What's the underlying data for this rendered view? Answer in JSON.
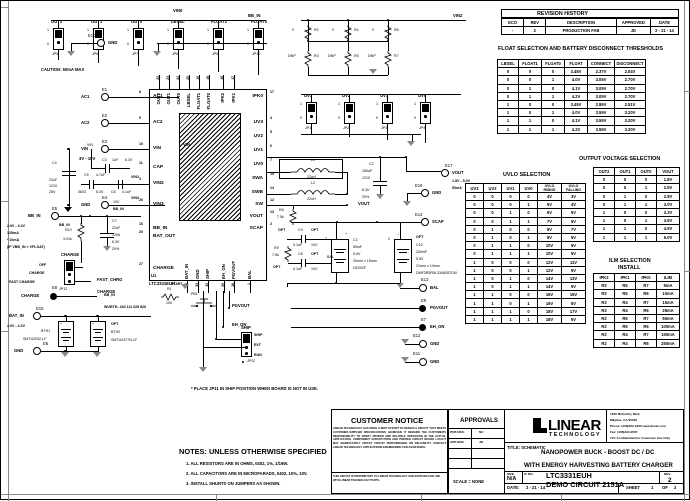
{
  "sheet": {
    "border_ticks": [
      "1",
      "2",
      "3",
      "4"
    ]
  },
  "revision_history": {
    "title": "REVISION HISTORY",
    "headers": [
      "ECO",
      "REV",
      "DESCRIPTION",
      "APPROVED",
      "DATE"
    ],
    "rows": [
      [
        "-",
        "2",
        "PRODUCTION FAB",
        "JD",
        "2 - 21 - 14"
      ]
    ]
  },
  "float_table": {
    "title": "FLOAT SELECTION AND BATTERY DISCONNECT THRESHOLDS",
    "headers": [
      "LBSEL",
      "FLOAT1",
      "FLOAT0",
      "FLOAT",
      "CONNECT",
      "DISCONNECT"
    ],
    "rows": [
      [
        "0",
        "0",
        "0",
        "3.45V",
        "2.37V",
        "2.04V"
      ],
      [
        "0",
        "0",
        "1",
        "4.0V",
        "3.05V",
        "2.70V"
      ],
      [
        "0",
        "1",
        "0",
        "4.1V",
        "3.05V",
        "2.70V"
      ],
      [
        "0",
        "1",
        "1",
        "4.2V",
        "3.05V",
        "2.70V"
      ],
      [
        "1",
        "0",
        "0",
        "3.45V",
        "2.86V",
        "2.51V"
      ],
      [
        "1",
        "0",
        "1",
        "4.0V",
        "3.55V",
        "3.20V"
      ],
      [
        "1",
        "1",
        "0",
        "4.1V",
        "3.55V",
        "3.20V"
      ],
      [
        "1",
        "1",
        "1",
        "4.2V",
        "3.55V",
        "3.20V"
      ]
    ]
  },
  "uvlo_table": {
    "title": "UVLO SELECTION",
    "headers": [
      "UV3",
      "UV2",
      "UV1",
      "UV0",
      "UVLO RISING",
      "UVLO FALLING"
    ],
    "rows": [
      [
        "0",
        "0",
        "0",
        "0",
        "4V",
        "3V"
      ],
      [
        "0",
        "0",
        "0",
        "1",
        "5V",
        "4V"
      ],
      [
        "0",
        "0",
        "1",
        "0",
        "6V",
        "5V"
      ],
      [
        "0",
        "0",
        "1",
        "1",
        "7V",
        "6V"
      ],
      [
        "0",
        "1",
        "0",
        "0",
        "8V",
        "7V"
      ],
      [
        "0",
        "1",
        "0",
        "1",
        "8V",
        "5V"
      ],
      [
        "0",
        "1",
        "1",
        "0",
        "10V",
        "9V"
      ],
      [
        "0",
        "1",
        "1",
        "1",
        "10V",
        "5V"
      ],
      [
        "1",
        "0",
        "0",
        "0",
        "12V",
        "11V"
      ],
      [
        "1",
        "0",
        "0",
        "1",
        "12V",
        "5V"
      ],
      [
        "1",
        "0",
        "1",
        "0",
        "14V",
        "13V"
      ],
      [
        "1",
        "0",
        "1",
        "1",
        "14V",
        "5V"
      ],
      [
        "1",
        "1",
        "0",
        "0",
        "16V",
        "15V"
      ],
      [
        "1",
        "1",
        "0",
        "1",
        "16V",
        "5V"
      ],
      [
        "1",
        "1",
        "1",
        "0",
        "18V",
        "17V"
      ],
      [
        "1",
        "1",
        "1",
        "1",
        "18V",
        "5V"
      ]
    ]
  },
  "output_voltage_table": {
    "title": "OUTPUT VOLTAGE SELECTION",
    "headers": [
      "OUT2",
      "OUT1",
      "OUT0",
      "VOUT"
    ],
    "rows": [
      [
        "0",
        "0",
        "0",
        "1.8V"
      ],
      [
        "0",
        "0",
        "1",
        "2.5V"
      ],
      [
        "0",
        "1",
        "0",
        "2.8V"
      ],
      [
        "0",
        "1",
        "1",
        "3.0V"
      ],
      [
        "1",
        "0",
        "0",
        "3.3V"
      ],
      [
        "1",
        "0",
        "1",
        "3.6V"
      ],
      [
        "1",
        "1",
        "0",
        "4.5V"
      ],
      [
        "1",
        "1",
        "1",
        "5.0V"
      ]
    ]
  },
  "ilm_table": {
    "title": "ILM SELECTION",
    "subtitle": "INSTALL",
    "headers": [
      "IPK2",
      "IPK1",
      "IPK0",
      "ILIM"
    ],
    "rows": [
      [
        "R3",
        "R5",
        "R7",
        "5mA"
      ],
      [
        "R3",
        "R5",
        "R6",
        "10mA"
      ],
      [
        "R3",
        "R4",
        "R7",
        "15mA"
      ],
      [
        "R3",
        "R4",
        "R6",
        "25mA"
      ],
      [
        "R2",
        "R5",
        "R7",
        "50mA"
      ],
      [
        "R2",
        "R5",
        "R6",
        "100mA"
      ],
      [
        "R2",
        "R4",
        "R7",
        "150mA"
      ],
      [
        "R2",
        "R4",
        "R6",
        "250mA"
      ]
    ]
  },
  "top_jumpers": [
    {
      "signal": "OUT2",
      "ref": "JP5",
      "hi": "1",
      "lo": "0"
    },
    {
      "signal": "OUT1",
      "ref": "JP6",
      "hi": "1",
      "lo": "0"
    },
    {
      "signal": "OUT0",
      "ref": "JP7",
      "hi": "1",
      "lo": "0"
    },
    {
      "signal": "LBSEL",
      "ref": "JP8",
      "hi": "1",
      "lo": "0"
    },
    {
      "signal": "FLOAT1",
      "ref": "JP9",
      "hi": "1",
      "lo": "0"
    },
    {
      "signal": "FLOAT0",
      "ref": "JP10",
      "hi": "1",
      "lo": "0"
    }
  ],
  "uv_jumpers": [
    {
      "signal": "UV3",
      "ref": "JP1",
      "hi": "1",
      "lo": "0"
    },
    {
      "signal": "UV2",
      "ref": "JP2",
      "hi": "1",
      "lo": "0"
    },
    {
      "signal": "UV1",
      "ref": "JP3",
      "hi": "1",
      "lo": "0"
    },
    {
      "signal": "UV0",
      "ref": "JP4",
      "hi": "1",
      "lo": "0"
    }
  ],
  "top_nets": {
    "vin0": "VIN0",
    "bb_in": "BB_IN",
    "vin2_right": "VIN2"
  },
  "ipk_resistors": [
    {
      "ref": "R2",
      "value": "0",
      "ref2": "R3",
      "value2": "DNP"
    },
    {
      "ref": "R4",
      "value": "0",
      "ref2": "R5",
      "value2": "DNP"
    },
    {
      "ref": "R6",
      "value": "0",
      "ref2": "R7",
      "value2": "DNP"
    }
  ],
  "caution": "CAUTION: 50mA MAX",
  "ic": {
    "ref": "U1",
    "part": "LTC3331EUH",
    "top_pins": [
      {
        "num": "22",
        "name": "OUT2"
      },
      {
        "num": "23",
        "name": "OUT1"
      },
      {
        "num": "24",
        "name": "OUT0"
      },
      {
        "num": "25",
        "name": "LBSEL"
      },
      {
        "num": "19",
        "name": "FLOAT1"
      },
      {
        "num": "18",
        "name": "FLOAT0"
      },
      {
        "num": "16",
        "name": "IPK2"
      },
      {
        "num": "17",
        "name": "IPK1"
      }
    ],
    "left_pins": [
      {
        "num": "8",
        "name": "AC1"
      },
      {
        "num": "9",
        "name": "AC2"
      },
      {
        "num": "10",
        "name": "VIN"
      },
      {
        "num": "11",
        "name": "CAP"
      },
      {
        "num": "3",
        "name": "VIN2"
      },
      {
        "num": "26",
        "name": "VIN3"
      },
      {
        "num": "16",
        "name": "BB_IN"
      },
      {
        "num": "20",
        "name": "BAT_OUT"
      },
      {
        "num": "27",
        "name": "CHARGE"
      }
    ],
    "right_pins": [
      {
        "num": "17",
        "name": "IPK0"
      },
      {
        "num": "4",
        "name": "UV3"
      },
      {
        "num": "5",
        "name": "UV2"
      },
      {
        "num": "6",
        "name": "UV1"
      },
      {
        "num": "7",
        "name": "UV0"
      },
      {
        "num": "15",
        "name": "SWA"
      },
      {
        "num": "14",
        "name": "SWB"
      },
      {
        "num": "12",
        "name": "SW"
      },
      {
        "num": "13",
        "name": "VOUT"
      },
      {
        "num": "2",
        "name": "SCAP"
      }
    ],
    "bottom_pins": [
      {
        "num": "21",
        "name": "BAT_IN"
      },
      {
        "num": "33",
        "name": "GND"
      },
      {
        "num": "32",
        "name": "SHIP"
      },
      {
        "num": "29",
        "name": "EH_ON"
      },
      {
        "num": "28",
        "name": "PGVOUT"
      },
      {
        "num": "1",
        "name": "BAL"
      }
    ]
  },
  "connectors": {
    "e10": {
      "ref": "E10",
      "label": "GND"
    },
    "e1": {
      "ref": "E1",
      "label": "AC1"
    },
    "e2": {
      "ref": "E2",
      "label": "AC2"
    },
    "e3": {
      "ref": "E3",
      "label": "VIN"
    },
    "e4": {
      "ref": "E4",
      "label": "GND"
    },
    "e5": {
      "ref": "E5",
      "label": "BB_IN"
    },
    "e8": {
      "ref": "E8",
      "label": "CHARGE"
    },
    "e15": {
      "ref": "E15",
      "label": "BAT_IN"
    },
    "e6": {
      "ref": "E6",
      "label": "GND"
    },
    "e17": {
      "ref": "E17",
      "label": "VOUT"
    },
    "e16": {
      "ref": "E16",
      "label": "GND"
    },
    "e14": {
      "ref": "E14",
      "label": "SCAP"
    },
    "e13": {
      "ref": "E13",
      "label": "BAL"
    },
    "e9": {
      "ref": "E9",
      "label": "PGVOUT"
    },
    "e7": {
      "ref": "E7",
      "label": "EH_ON"
    },
    "e12": {
      "ref": "E12",
      "label": "GND"
    },
    "e11": {
      "ref": "E11",
      "label": "GND"
    }
  },
  "annotations": {
    "vin_range": "3V - 19V",
    "bb_in_spec1": "2.0V - 4.2V",
    "bb_in_spec2": "125mA",
    "bb_in_spec3": "* 10mA",
    "bb_in_spec4": "(IF VBB_IN > VFLOAT)",
    "bat_in_range": "2.0V - 4.2V",
    "vout_range": "1.8V - 5.0V",
    "vout_current": "50mA",
    "ship_note": "* PLACE JP11 IN SHIP POSITION WHEN BOARD IS NOT IN USE."
  },
  "components": {
    "c4": {
      "ref": "C4",
      "lines": [
        "22uF",
        "1210",
        "25V"
      ]
    },
    "c3": {
      "ref": "C3",
      "lines": [
        "1uF",
        "6.3V"
      ]
    },
    "c5": {
      "ref": "C5",
      "lines": [
        "0603",
        "4.7uF",
        "6.3V"
      ]
    },
    "c6": {
      "ref": "C6",
      "lines": [
        "0.1uF",
        "10V"
      ]
    },
    "c7": {
      "ref": "C7",
      "lines": [
        "22uF",
        "1206",
        "6.3V",
        "20%"
      ]
    },
    "c2": {
      "ref": "C2",
      "lines": [
        "150uF",
        "1210",
        "6.3V",
        "20%"
      ]
    },
    "c1": {
      "ref": "C1",
      "lines": [
        "50mF",
        "5.5V",
        "20mm x 15mm",
        "HZ202F"
      ]
    },
    "c10": {
      "ref": "C10",
      "lines": [
        "330mF",
        "5.5V",
        "21mm x 14mm",
        "DMF3R5R5L334M3DTA0"
      ]
    },
    "c9": {
      "ref": "C9",
      "lines": [
        "0.1uF",
        "10V"
      ],
      "opt": "OPT"
    },
    "c8": {
      "ref": "C8",
      "lines": [
        "0.1uF",
        "10V"
      ],
      "opt": "OPT"
    },
    "l1": {
      "ref": "L1",
      "value": "22uH"
    },
    "l2": {
      "ref": "L2",
      "value": "22uH"
    },
    "r1": {
      "ref": "R1",
      "value": "100"
    },
    "r8": {
      "ref": "R8",
      "value": "7.5k",
      "opt": "OPT"
    },
    "r9": {
      "ref": "R9",
      "value": "7.5k",
      "opt": "OPT"
    },
    "r10": {
      "ref": "R10",
      "value": "3.01k"
    },
    "bth1": {
      "ref": "BTH1",
      "part": "SMTU2032-LF"
    },
    "bth2": {
      "ref": "BTH2",
      "part": "SMTU2477N-LF",
      "opt": "OPT"
    },
    "pb1": {
      "ref": "PB1",
      "part": "WURTH- 434 111 025 826",
      "label": "START"
    }
  },
  "charge_jumper": {
    "title": "CHARGE",
    "ref": "JP13",
    "pos_off": "OFF",
    "pos_charge": "CHARGE",
    "pos_fast": "FAST CHARGE",
    "net": "FAST_CHRG",
    "net2": "CHARGE"
  },
  "ship_jumper": {
    "title": "SHIP",
    "ref": "JP11",
    "pos1": "SHIP",
    "pos2": "EXT",
    "pos3": "RUN"
  },
  "nets": {
    "vout": "VOUT",
    "pgvout": "PGVOUT",
    "eh_on": "EH_ON",
    "bb_in": "BB_IN",
    "vin": "VIN",
    "vin2": "VIN2",
    "vin3": "VIN3"
  },
  "notes": {
    "title": "NOTES:  UNLESS OTHERWISE SPECIFIED",
    "items": [
      "1.  ALL RESISTORS ARE IN OHMS, 0402, 1%, 1/16W.",
      "2. ALL CAPACITORS ARE IN MICROFARADS, 0402, 10%, 10V.",
      "3. INSTALL SHUNTS ON JUMPERS AS SHOWN."
    ]
  },
  "customer_notice": {
    "title": "CUSTOMER NOTICE",
    "body": "LINEAR TECHNOLOGY HAS MADE A BEST EFFORT TO DESIGN A CIRCUIT THAT MEETS CUSTOMER-SUPPLIED SPECIFICATIONS; HOWEVER, IT REMAINS THE CUSTOMER'S RESPONSIBILITY TO VERIFY PROPER AND RELIABLE OPERATION IN THE ACTUAL APPLICATION.  COMPONENT SUBSTITUTION AND PRINTED CIRCUIT BOARD LAYOUT MAY SIGNIFICANTLY AFFECT CIRCUIT PERFORMANCE OR RELIABILITY.  CONTACT LINEAR TECHNOLOGY APPLICATIONS ENGINEERING FOR ASSISTANCE.",
    "footer": "THIS CIRCUIT IS PROPRIETARY TO LINEAR TECHNOLOGY AND SUPPLIED FOR USE WITH LINEAR TECHNOLOGY PARTS."
  },
  "approvals": {
    "title": "APPROVALS",
    "rows": [
      {
        "label": "PCB DES.",
        "value": "NC"
      },
      {
        "label": "APP ENG",
        "value": "JD"
      },
      {
        "label": "",
        "value": ""
      },
      {
        "label": "",
        "value": ""
      }
    ],
    "scale": "SCALE = NONE"
  },
  "title_block": {
    "company": "LINEAR",
    "company_sub": "TECHNOLOGY",
    "address": [
      "1630 McCarthy Blvd.",
      "Milpitas, CA 95035",
      "Phone: (408)432-1900  www.linear.com",
      "Fax: (408)434-0507",
      "LTC Confidential-For Customer Use Only"
    ],
    "title_label": "TITLE: SCHEMATIC",
    "title_line1": "NANOPOWER BUCK - BOOST DC / DC",
    "title_line2": "WITH ENERGY HARVESTING BATTERY CHARGER",
    "size_label": "SIZE",
    "size_value": "N/A",
    "icno_label": "IC NO.",
    "part_number": "LTC3331EUH",
    "demo_circuit": "DEMO CIRCUIT 2151A",
    "rev_label": "REV.",
    "rev_value": "2",
    "date_label": "DATE:",
    "date_value": "2 - 21 - 14",
    "sheet_label": "SHEET",
    "sheet_num": "1",
    "sheet_of": "OF",
    "sheet_total": "2"
  }
}
